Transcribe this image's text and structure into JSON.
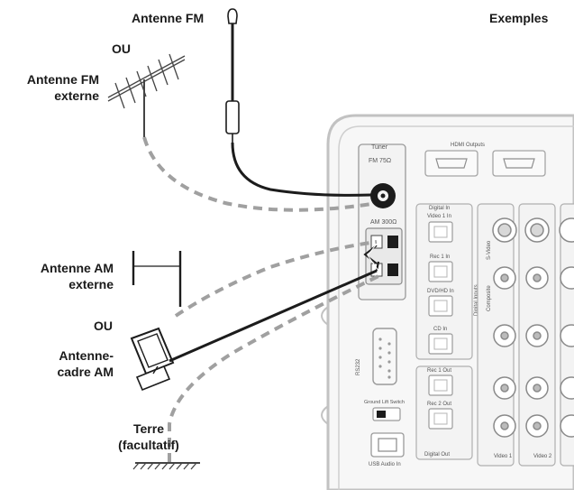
{
  "labels": {
    "fm_antenna": "Antenne FM",
    "examples": "Exemples",
    "or_1": "OU",
    "fm_external_1": "Antenne FM",
    "fm_external_2": "externe",
    "am_external_1": "Antenne AM",
    "am_external_2": "externe",
    "or_2": "OU",
    "am_loop_1": "Antenne-",
    "am_loop_2": "cadre AM",
    "ground_1": "Terre",
    "ground_2": "(facultatif)"
  },
  "panel": {
    "tuner": "Tuner",
    "fm_75": "FM 75Ω",
    "am_300": "AM 300Ω",
    "hdmi_outputs": "HDMI Outputs",
    "coax_in": "Digital In",
    "video_1_in": "Video 1 In",
    "rec_1_in": "Rec 1 In",
    "dvd_in": "DVD/HD In",
    "cd_in": "CD In",
    "rec_1_out": "Rec 1 Out",
    "rec_2_out": "Rec 2 Out",
    "digital_out": "Digital Out",
    "digital_inputs": "Digital Inputs",
    "svideo": "S-Video",
    "composite": "Composite",
    "rs232": "RS232",
    "usb": "USB Audio In",
    "ground_switch": "Ground Lift Switch",
    "video_1": "Video 1",
    "video_2": "Video 2"
  },
  "colors": {
    "ink": "#1a1a1a",
    "cable": "#1c1c1c",
    "dashed": "#a0a0a0",
    "panel_line": "#bdbdbd",
    "panel_face": "#f6f6f6"
  }
}
